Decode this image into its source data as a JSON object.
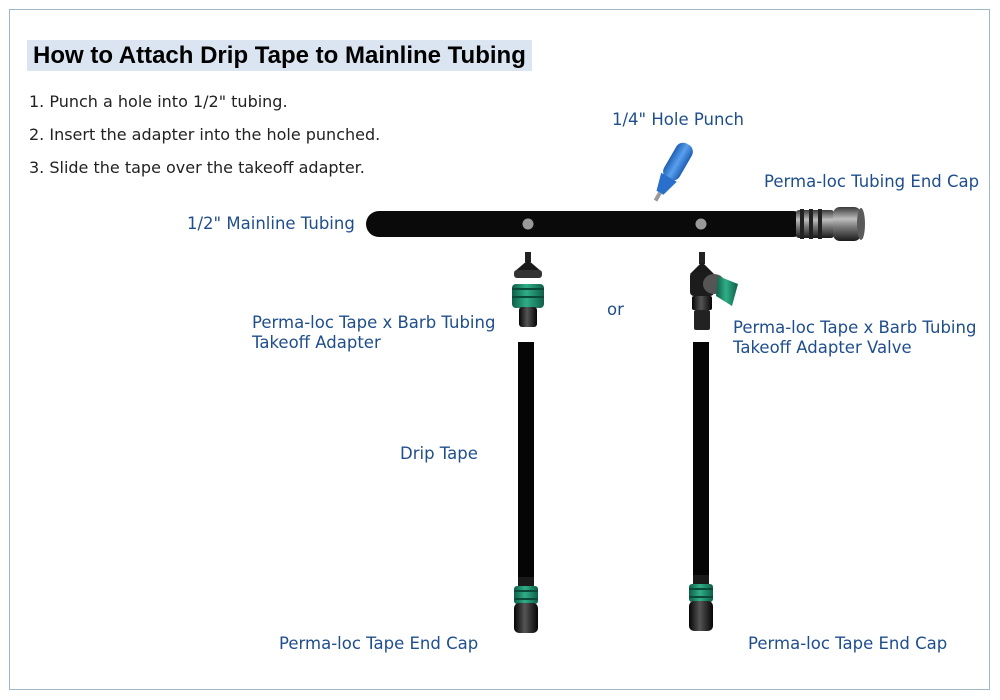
{
  "title": "How to Attach Drip Tape to Mainline Tubing",
  "steps": [
    "1. Punch a hole into 1/2\" tubing.",
    "2. Insert the adapter into the hole punched.",
    "3. Slide the tape over the takeoff adapter."
  ],
  "labels": {
    "hole_punch": "1/4\" Hole Punch",
    "end_cap_tubing": "Perma-loc Tubing End Cap",
    "mainline": "1/2\" Mainline Tubing",
    "adapter_line1": "Perma-loc Tape x Barb Tubing",
    "adapter_line2": "Takeoff Adapter",
    "or": "or",
    "valve_line1": "Perma-loc Tape x Barb Tubing",
    "valve_line2": "Takeoff Adapter Valve",
    "drip_tape": "Drip Tape",
    "tape_end_cap_left": "Perma-loc Tape End Cap",
    "tape_end_cap_right": "Perma-loc Tape End Cap"
  },
  "colors": {
    "label_blue": "#1f4e8c",
    "title_bg": "#dbe5f1",
    "fitting_green": "#1f8a6a",
    "punch_blue": "#2f78d2",
    "tubing_black": "#0a0a0a"
  },
  "icons": {
    "hole_punch": "hole-punch-icon",
    "tubing_end_cap": "tubing-end-cap-icon",
    "takeoff_adapter": "takeoff-adapter-icon",
    "takeoff_valve": "takeoff-valve-icon",
    "tape_end_cap": "tape-end-cap-icon"
  }
}
